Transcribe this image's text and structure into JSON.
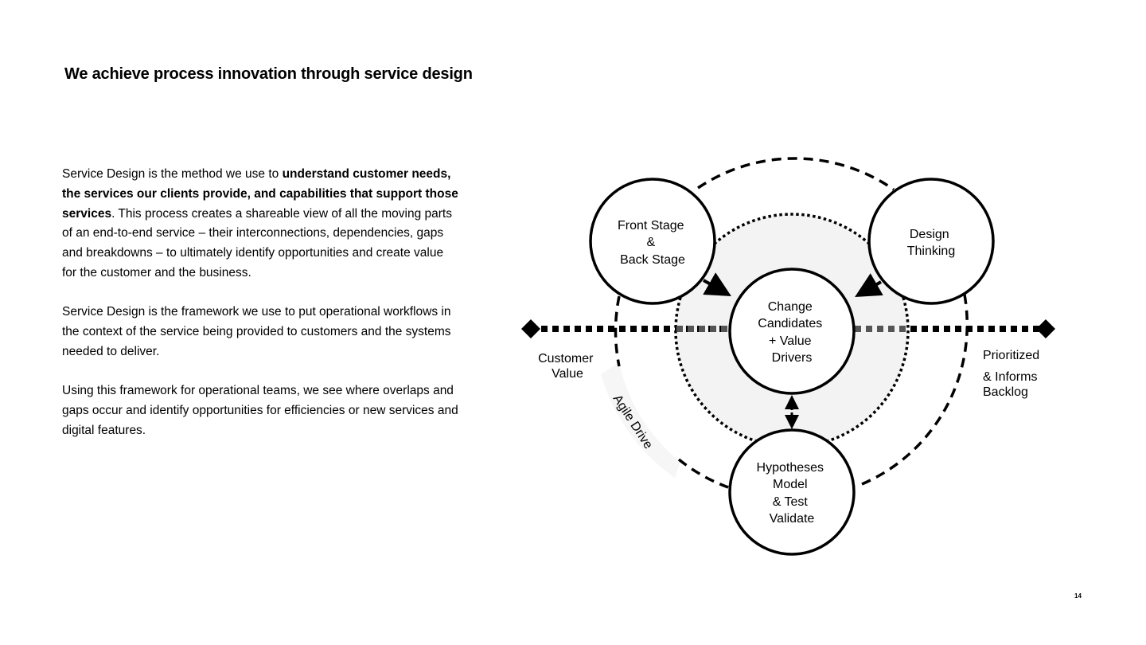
{
  "slide": {
    "title": "We achieve process innovation through service design",
    "page_number": "14"
  },
  "body": {
    "p1_a": "Service Design is the method we use to ",
    "p1_bold": "understand customer needs, the services our clients provide, and capabilities that support those services",
    "p1_b": ". This process creates a shareable view of all the moving parts of an end-to-end service – their interconnections, dependencies, gaps and breakdowns – to ultimately identify opportunities and create value for the customer and the business.",
    "p2": "Service Design is the framework we use to put operational workflows in the context of the service being provided to customers and the systems needed to deliver.",
    "p3": "Using this framework for operational teams, we see where overlaps and gaps occur and identify opportunities for efficiencies or new services and digital features."
  },
  "diagram": {
    "front_stage": [
      "Front Stage",
      "&",
      "Back Stage"
    ],
    "design_thinking": [
      "Design",
      "Thinking"
    ],
    "change": [
      "Change",
      "Candidates",
      "+ Value",
      "Drivers"
    ],
    "hypotheses": [
      "Hypotheses",
      "Model",
      "& Test",
      "Validate"
    ],
    "customer_value": [
      "Customer",
      "Value"
    ],
    "prioritized": [
      "Prioritized",
      "& Informs",
      "Backlog"
    ],
    "agile_drive": "Agile Drive"
  }
}
